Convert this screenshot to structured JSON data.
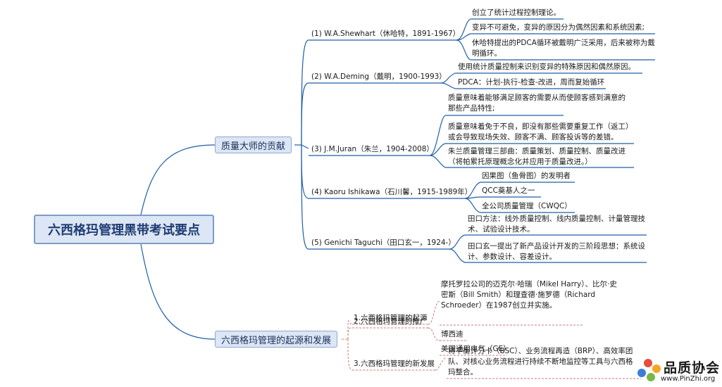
{
  "root": {
    "title": "六西格玛管理黑带考试要点"
  },
  "branch1": {
    "title": "质量大师的贡献",
    "masters": [
      {
        "name": "(1)  W.A.Shewhart（休哈特，1891-1967）",
        "notes": [
          "创立了统计过程控制理论。",
          "变异不可避免，变异的原因分为偶然因素和系统因素;",
          "休哈特提出的PDCA循环被戴明广泛采用，后来被称为戴明循环。"
        ]
      },
      {
        "name": "(2)  W.A.Deming（戴明，1900-1993）",
        "notes": [
          "使用统计质量控制来识别变异的特殊原因和偶然原因。",
          "PDCA：计划-执行-检查-改进，周而复始循环"
        ]
      },
      {
        "name": "(3)  J.M.Juran（朱兰，1904-2008）",
        "notes": [
          "质量意味着能够满足顾客的需要从而使顾客感到满意的那些产品特性;",
          "质量意味着免于不良，即没有那些需要重复工作（返工）或会导致现场失效、顾客不满、顾客投诉等的差错。",
          "朱兰质量管理三部曲：质量策划、质量控制、质量改进（将帕累托原理概念化并应用于质量改进。）"
        ]
      },
      {
        "name": "(4)  Kaoru Ishikawa（石川馨，1915-1989年）",
        "notes": [
          "因果图（鱼骨图）的发明者",
          "QCC奠基人之一",
          "全公司质量管理（CWQC）"
        ]
      },
      {
        "name": "(5)  Genichi Taguchi（田口玄一，1924-）",
        "notes": [
          "田口方法：线外质量控制、线内质量控制、计量管理技术、试验设计技术。",
          "田口玄一提出了新产品设计开发的三阶段思想：系统设计、参数设计、容差设计。"
        ]
      }
    ]
  },
  "branch2": {
    "title": "六西格玛管理的起源和发展",
    "topics": [
      {
        "name": "1.六西格玛管理的起源",
        "notes": [
          "摩托罗拉公司的迈克尔·哈瑞（Mikel Harry）、比尔·史密斯（Bill Smith）和理查德·施罗德（Richard Schroeder）在1987创立并实施。"
        ]
      },
      {
        "name": "2.六西格玛管理的推广",
        "notes": [
          "博西迪",
          "美国通用电气（GE）"
        ]
      },
      {
        "name": "3.六西格玛管理的新发展",
        "notes": [
          "将平衡计分卡（BSC）、业务流程再造（BRP）、高效率团队、对核心业务流程进行持续不断地监控等工具与六西格玛整合。"
        ]
      }
    ]
  },
  "logo": {
    "name": "品质协会",
    "url": "www.PinZhi.org"
  },
  "colors": {
    "line": "#1f5fa8",
    "node_fill": "#dce6f4",
    "node_border": "#8fa9d0",
    "dash": "#c87b7b"
  }
}
